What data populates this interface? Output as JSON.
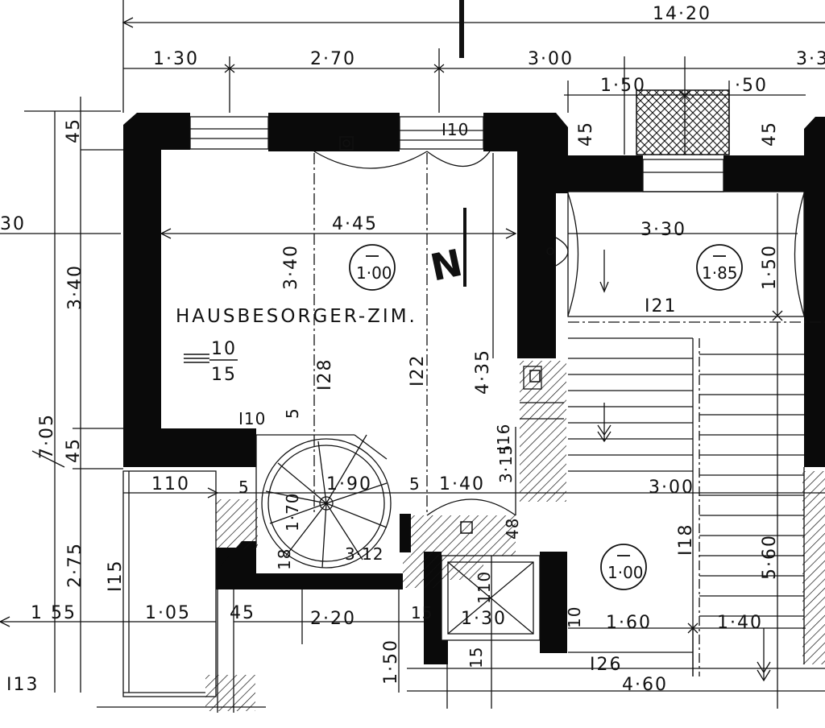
{
  "dimensions": {
    "overall_top": "14·20",
    "top_1": "1·30",
    "top_2": "2·70",
    "top_3": "3·00",
    "top_4": "3·3",
    "upper_1": "1·50",
    "upper_2": "·50",
    "wall_45_a": "45",
    "wall_45_b": "45",
    "wall_45_c": "45",
    "left_30": "30",
    "left_340": "3·40",
    "left_705": "7·05",
    "left_45": "45",
    "left_275": "2·75",
    "left_155": "1 55",
    "room_width": "4·45",
    "room_height": "3·40",
    "room_depth": "4·35",
    "right_room_width": "3·30",
    "right_room_height": "1·50",
    "stair_110": "110",
    "stair_190": "1·90",
    "stair_140": "1·40",
    "stair_5a": "5",
    "stair_5b": "5",
    "stair_5c": "5",
    "stair_300": "3·00",
    "stair_560": "5·60",
    "stair_312": "3·12",
    "stair_170": "1·70",
    "stair_18": "18",
    "stair_315": "3·15",
    "stair_48": "48",
    "bottom_105": "1·05",
    "bottom_45": "45",
    "bottom_220": "2·20",
    "bottom_15": "15",
    "bottom_150": "1·50",
    "bottom_130": "1·30",
    "bottom_110": "110",
    "bottom_160": "1·60",
    "bottom_140": "1·40",
    "bottom_460": "4·60",
    "bottom_15b": "15",
    "bottom_10": "10"
  },
  "labels": {
    "room_name": "HAUSBESORGER-ZIM.",
    "room_area_num": "10",
    "room_area_den": "15",
    "beam_i10_top": "I10",
    "beam_i10_mid": "I10",
    "beam_i21": "I21",
    "beam_i28": "I28",
    "beam_i22": "I22",
    "beam_i16": "I16",
    "beam_i18": "I18",
    "beam_i15": "I15",
    "beam_i13": "I13",
    "beam_i26": "I26",
    "north_mark": "N"
  },
  "levels": {
    "room_level": "1·00",
    "upper_right_level": "1·85",
    "lower_right_level": "1·00"
  }
}
